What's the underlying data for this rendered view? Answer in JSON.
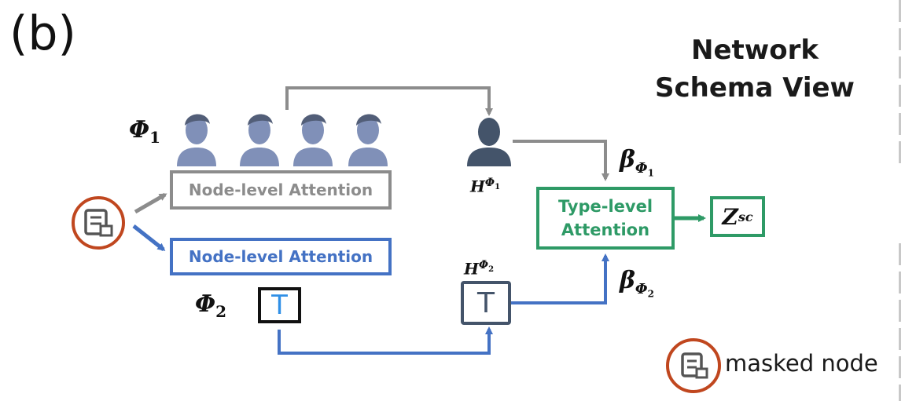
{
  "panel_label": "(b)",
  "title_line1": "Network",
  "title_line2": "Schema View",
  "phi1_base": "Φ",
  "phi1_sub": "1",
  "phi2_base": "Φ",
  "phi2_sub": "2",
  "node_attn_1": "Node-level Attention",
  "node_attn_2": "Node-level Attention",
  "type_attn_line1": "Type-level",
  "type_attn_line2": "Attention",
  "h1_base": "H",
  "h1_sup": "Φ",
  "h1_sup_sub": "1",
  "h2_base": "H",
  "h2_sup": "Φ",
  "h2_sup_sub": "2",
  "beta1_base": "β",
  "beta1_sub": "Φ",
  "beta1_sub_sub": "1",
  "beta2_base": "β",
  "beta2_sub": "Φ",
  "beta2_sub_sub": "2",
  "z_base": "Z",
  "z_sup": "sc",
  "t_glyph_1": "T",
  "t_glyph_2": "T",
  "legend_text": "masked node",
  "colors": {
    "gray": "#8c8c8c",
    "blue": "#4472c4",
    "green": "#2e9a66",
    "red": "#c0471f",
    "person": "#8090b8",
    "person_dark": "#44546a",
    "t_blue": "#2f8fe6"
  }
}
